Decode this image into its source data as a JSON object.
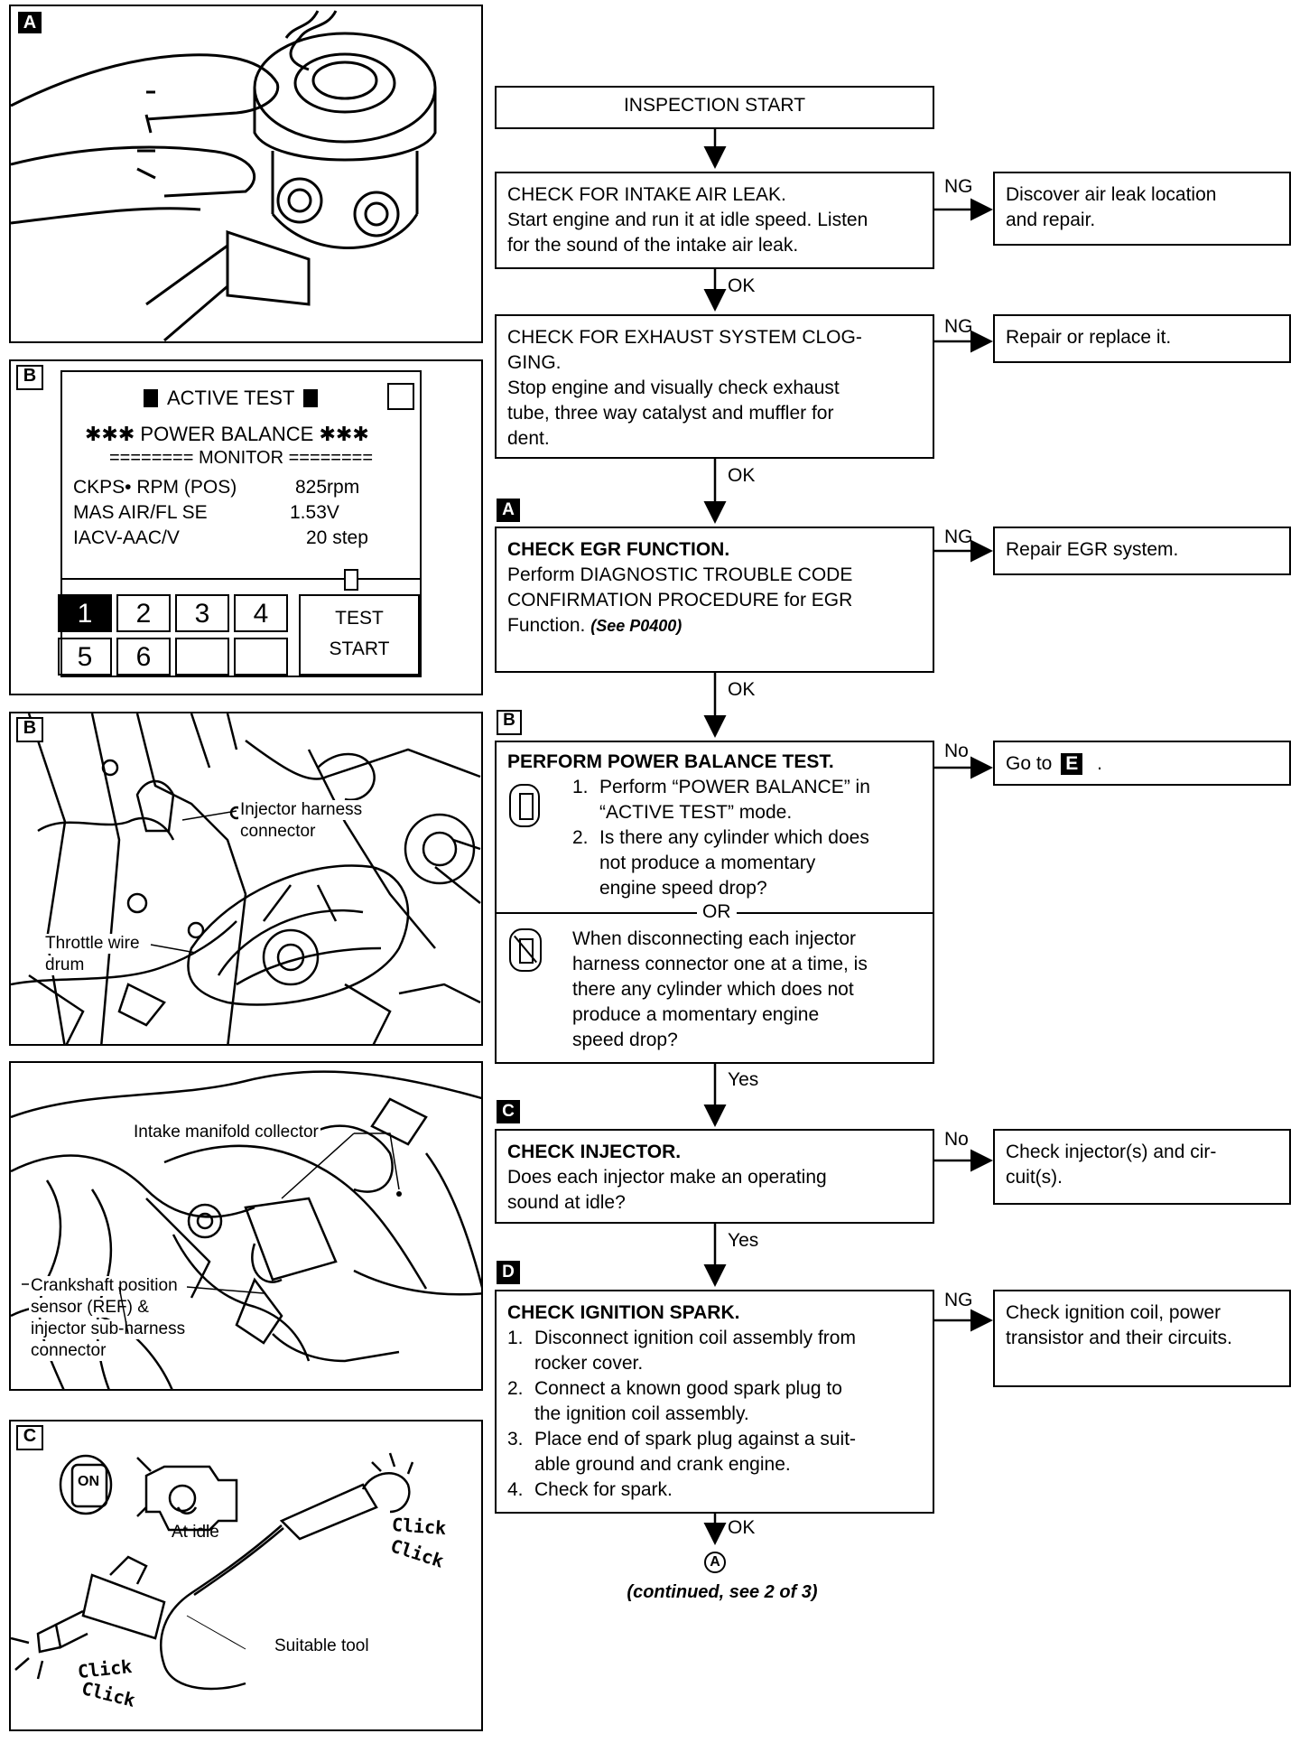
{
  "panels": {
    "a": {
      "tag": "A"
    },
    "b_screen": {
      "tag": "B",
      "header": "ACTIVE TEST",
      "title": "✱✱✱ POWER  BALANCE ✱✱✱",
      "monitor": "======== MONITOR ========",
      "rows": [
        {
          "label": "CKPS• RPM (POS)",
          "value": "825rpm"
        },
        {
          "label": "MAS AIR/FL SE",
          "value": "1.53V"
        },
        {
          "label": "IACV-AAC/V",
          "value": "20 step"
        }
      ],
      "keys": [
        "1",
        "2",
        "3",
        "4",
        "5",
        "6",
        "",
        ""
      ],
      "test_start_1": "TEST",
      "test_start_2": "START"
    },
    "b_engine": {
      "tag": "B",
      "injector_label_1": "Injector harness",
      "injector_label_2": "connector",
      "throttle_label_1": "Throttle wire",
      "throttle_label_2": "drum"
    },
    "intake": {
      "collector_label": "Intake manifold collector",
      "crank_1": "Crankshaft position",
      "crank_2": "sensor (REF) &",
      "crank_3": "injector sub-harness",
      "crank_4": "connector"
    },
    "c": {
      "tag": "C",
      "key_label": "ON",
      "at_idle": "At idle",
      "click_1": "Click",
      "click_2": "Click",
      "suitable_tool": "Suitable tool",
      "click_3": "Click",
      "click_4": "Click"
    }
  },
  "flow": {
    "start": "INSPECTION START",
    "step1": {
      "title": "CHECK FOR INTAKE AIR LEAK.",
      "line1": "Start engine and run it at idle speed. Listen",
      "line2": "for the sound of the intake air leak.",
      "ng": "NG",
      "result_1": "Discover air leak location",
      "result_2": "and repair.",
      "ok": "OK"
    },
    "step2": {
      "title": "CHECK FOR EXHAUST SYSTEM CLOG-",
      "title2": "GING.",
      "line1": "Stop engine and visually check exhaust",
      "line2": "tube, three way catalyst and muffler for",
      "line3": "dent.",
      "ng": "NG",
      "result": "Repair or replace it.",
      "ok": "OK"
    },
    "step3": {
      "tag": "A",
      "title": "CHECK EGR FUNCTION.",
      "line1": "Perform DIAGNOSTIC TROUBLE CODE",
      "line2": "CONFIRMATION PROCEDURE for EGR",
      "line3": "Function.",
      "ref": "(See P0400)",
      "ng": "NG",
      "result": "Repair EGR system.",
      "ok": "OK"
    },
    "step4": {
      "tag": "B",
      "title": "PERFORM POWER BALANCE TEST.",
      "a1n": "1.",
      "a1": "Perform “POWER BALANCE” in",
      "a1b": "“ACTIVE TEST” mode.",
      "a2n": "2.",
      "a2": "Is there any cylinder which does",
      "a2b": "not produce a momentary",
      "a2c": "engine speed drop?",
      "or": "OR",
      "b1": "When disconnecting each injector",
      "b2": "harness connector one at a time, is",
      "b3": "there any cylinder which does not",
      "b4": "produce a momentary engine",
      "b5": "speed drop?",
      "no": "No",
      "result_prefix": "Go to",
      "result_tag": "E",
      "result_suffix": ".",
      "yes": "Yes"
    },
    "step5": {
      "tag": "C",
      "title": "CHECK INJECTOR.",
      "line1": "Does each injector make an operating",
      "line2": "sound at idle?",
      "no": "No",
      "result_1": "Check injector(s) and cir-",
      "result_2": "cuit(s).",
      "yes": "Yes"
    },
    "step6": {
      "tag": "D",
      "title": "CHECK IGNITION SPARK.",
      "i1n": "1.",
      "i1": "Disconnect ignition coil assembly from",
      "i1b": "rocker cover.",
      "i2n": "2.",
      "i2": "Connect a known good spark plug to",
      "i2b": "the ignition coil assembly.",
      "i3n": "3.",
      "i3": "Place end of spark plug against a suit-",
      "i3b": "able ground and crank engine.",
      "i4n": "4.",
      "i4": "Check for spark.",
      "ng": "NG",
      "result_1": "Check ignition coil, power",
      "result_2": "transistor and their circuits.",
      "ok": "OK"
    },
    "connector": "A",
    "continued": "(continued, see 2 of 3)"
  }
}
